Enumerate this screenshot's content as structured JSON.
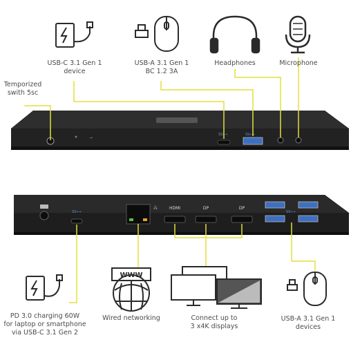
{
  "front": {
    "temporized": [
      "Temporized",
      "swith 5sc"
    ],
    "usbc": [
      "USB-C 3.1 Gen 1",
      "device"
    ],
    "usba": [
      "USB-A 3.1 Gen 1",
      "BC 1.2 3A"
    ],
    "headphones": "Headphones",
    "microphone": "Microphone",
    "port_marks": [
      "SS⟷",
      "SS⟷"
    ]
  },
  "back": {
    "port_labels": [
      "HDMI",
      "DP",
      "DP"
    ],
    "pd": [
      "PD 3.0 charging 60W",
      "for laptop or smartphone",
      "via USB-C 3.1 Gen 2"
    ],
    "network": "Wired networking",
    "displays": [
      "Connect up to",
      "3 x4K displays"
    ],
    "usba": [
      "USB-A 3.1 Gen 1",
      "devices"
    ],
    "www": "WWW"
  },
  "colors": {
    "leader": "#e4df3c",
    "dock": "#1b1b1b",
    "icon": "#2a2a2a"
  }
}
